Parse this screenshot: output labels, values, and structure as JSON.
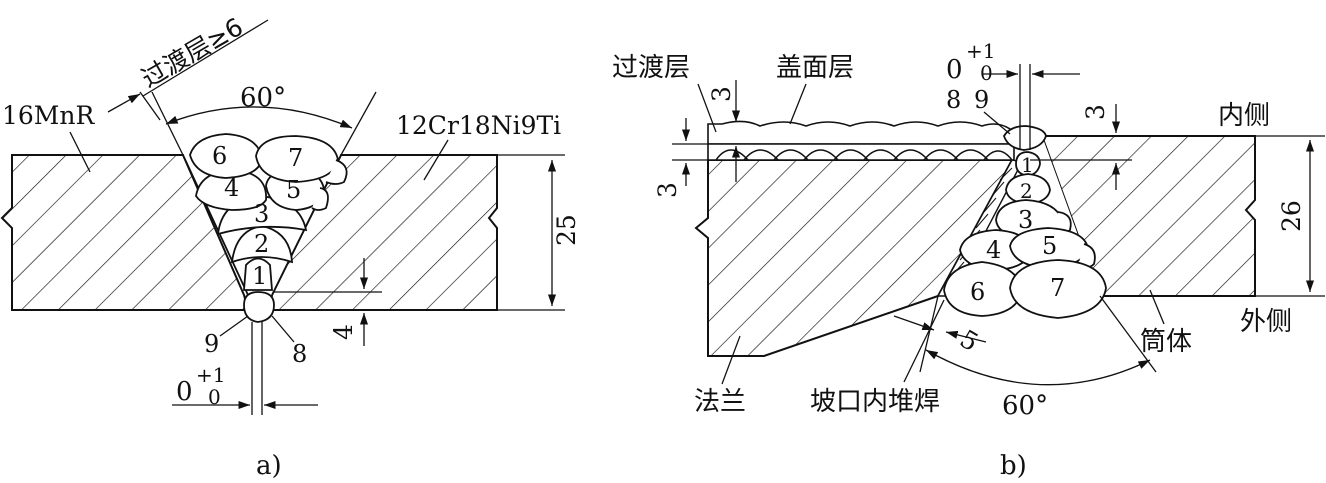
{
  "figure_a": {
    "caption": "a)",
    "angle": "60°",
    "transition_layer": "过渡层≥6",
    "left_material": "16MnR",
    "right_material": "12Cr18Ni9Ti",
    "plate_thickness": "25",
    "root_face": "4",
    "gap_main": "0",
    "gap_sup": "+1",
    "gap_sub": "0",
    "beads": [
      "1",
      "2",
      "3",
      "4",
      "5",
      "6",
      "7",
      "8",
      "9"
    ]
  },
  "figure_b": {
    "caption": "b)",
    "transition_layer": "过渡层",
    "cover_layer": "盖面层",
    "inner_side": "内侧",
    "outer_side": "外侧",
    "flange": "法兰",
    "shell": "筒体",
    "groove_overlay": "坡口内堆焊",
    "angle": "60°",
    "thickness": "26",
    "layer_thickness_top": "3",
    "layer_thickness_left": "3",
    "right_offset": "3",
    "overlay_width": "5",
    "gap_main": "0",
    "gap_sup": "+1",
    "gap_sub": "0",
    "beads": [
      "1",
      "2",
      "3",
      "4",
      "5",
      "6",
      "7",
      "8",
      "9"
    ]
  }
}
